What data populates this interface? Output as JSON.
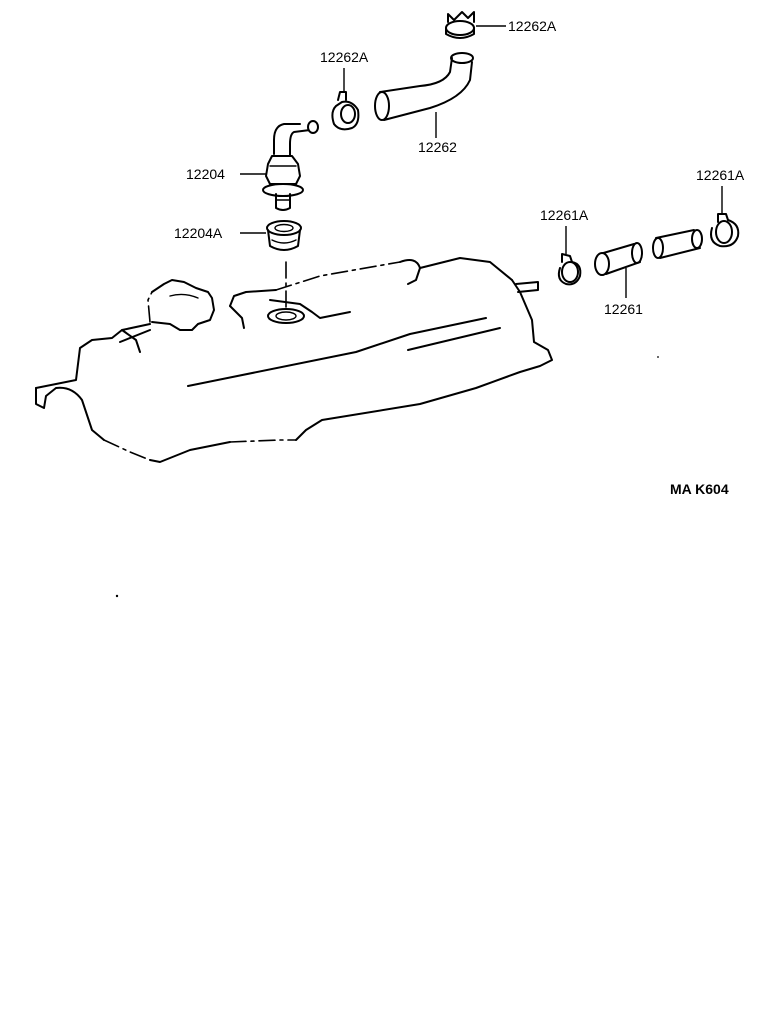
{
  "diagram_code": "MA K604",
  "parts": [
    {
      "id": "hose-clamp-top",
      "label": "12262A"
    },
    {
      "id": "hose-clamp-left",
      "label": "12262A"
    },
    {
      "id": "ventilation-hose",
      "label": "12262"
    },
    {
      "id": "pcv-valve",
      "label": "12204"
    },
    {
      "id": "pcv-grommet",
      "label": "12204A"
    },
    {
      "id": "hose-clamp-mid",
      "label": "12261A"
    },
    {
      "id": "hose-clamp-right",
      "label": "12261A"
    },
    {
      "id": "ventilation-hose-no2",
      "label": "12261"
    }
  ]
}
